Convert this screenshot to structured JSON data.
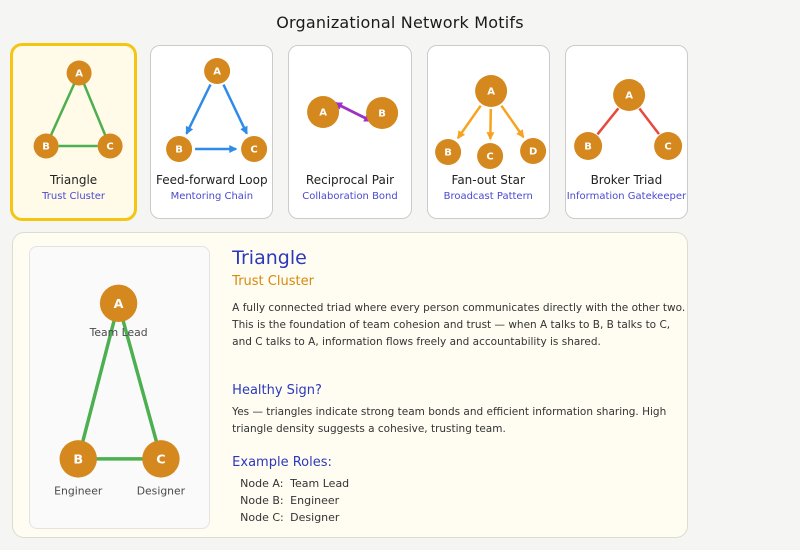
{
  "page": {
    "title": "Organizational Network Motifs"
  },
  "palette": {
    "page_bg": "#f5f5f4",
    "node_fill": "#d5881e",
    "selected_border": "#f5c514",
    "selected_bg": "#fffbe8",
    "panel_bg": "#fffdf2",
    "triangle_edge_green": "#4caf50",
    "feedforward_edge_blue": "#2f8be8",
    "reciprocal_edge_purple": "#9e30c4",
    "fanout_edge_orange": "#f7a320",
    "broker_edge_red": "#e8483e",
    "heading_blue": "#2c39bb",
    "subtitle_orange": "#d6890f",
    "card_subtitle_blue": "#4a4ad0"
  },
  "cards": [
    {
      "name": "Triangle",
      "subtitle": "Trust Cluster",
      "selected": true,
      "nodes": [
        "A",
        "B",
        "C"
      ]
    },
    {
      "name": "Feed-forward Loop",
      "subtitle": "Mentoring Chain",
      "selected": false,
      "nodes": [
        "A",
        "B",
        "C"
      ]
    },
    {
      "name": "Reciprocal Pair",
      "subtitle": "Collaboration Bond",
      "selected": false,
      "nodes": [
        "A",
        "B"
      ]
    },
    {
      "name": "Fan-out Star",
      "subtitle": "Broadcast Pattern",
      "selected": false,
      "nodes": [
        "A",
        "B",
        "C",
        "D"
      ]
    },
    {
      "name": "Broker Triad",
      "subtitle": "Information Gatekeeper",
      "selected": false,
      "nodes": [
        "A",
        "B",
        "C"
      ]
    }
  ],
  "detail": {
    "title": "Triangle",
    "subtitle": "Trust Cluster",
    "description": "A fully connected triad where every person communicates directly with the other two. This is the foundation of team cohesion and trust — when A talks to B, B talks to C, and C talks to A, information flows freely and accountability is shared.",
    "healthy_heading": "Healthy Sign?",
    "healthy_text": "Yes — triangles indicate strong team bonds and efficient information sharing. High triangle density suggests a cohesive, trusting team.",
    "roles_heading": "Example Roles:",
    "roles": [
      {
        "node": "Node A:",
        "role": "Team Lead"
      },
      {
        "node": "Node B:",
        "role": "Engineer"
      },
      {
        "node": "Node C:",
        "role": "Designer"
      }
    ],
    "diagram": {
      "nodes": [
        {
          "label": "A",
          "role": "Team Lead"
        },
        {
          "label": "B",
          "role": "Engineer"
        },
        {
          "label": "C",
          "role": "Designer"
        }
      ]
    }
  }
}
